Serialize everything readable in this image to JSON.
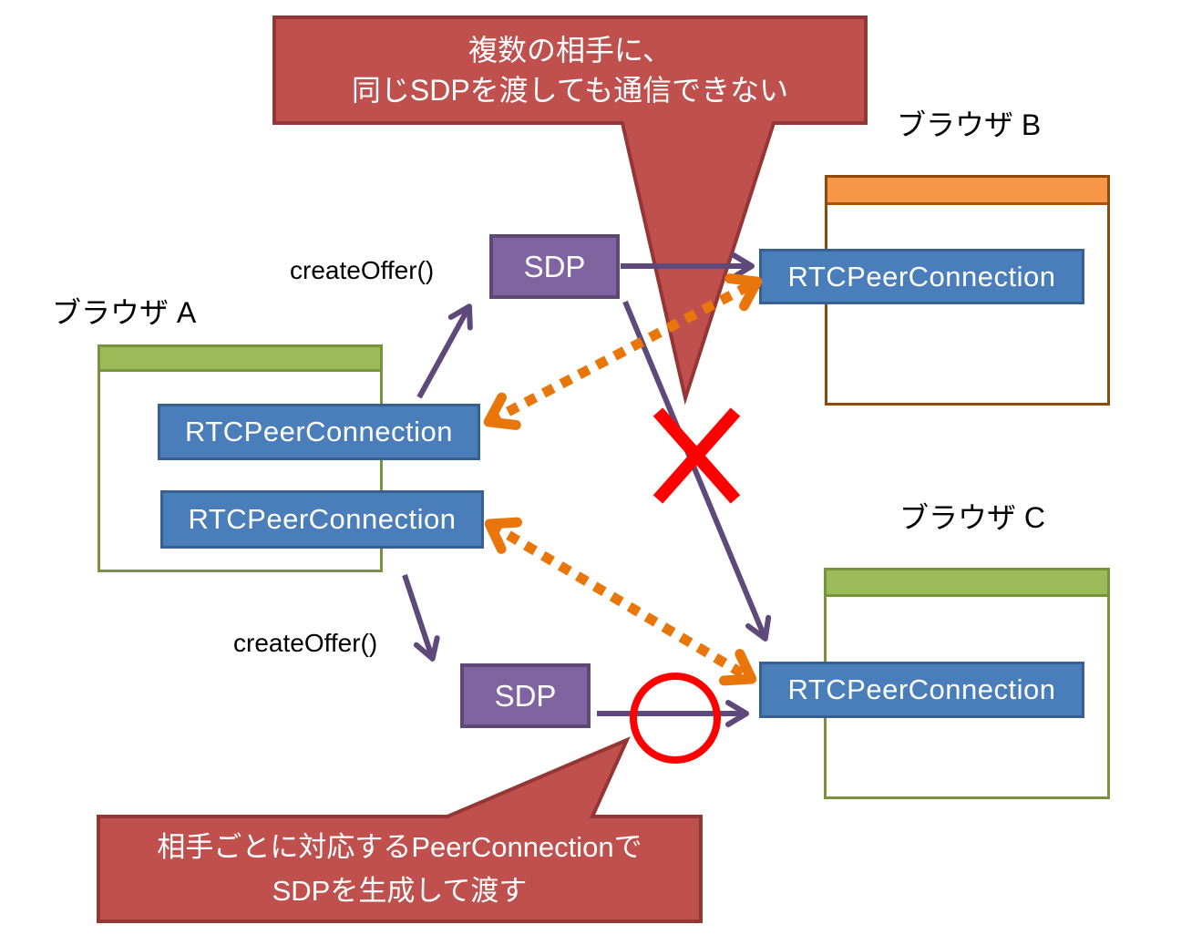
{
  "callouts": {
    "top": {
      "line1": "複数の相手に、",
      "line2": "同じSDPを渡しても通信できない"
    },
    "bottom": {
      "line1": "相手ごとに対応するPeerConnectionで",
      "line2": "SDPを生成して渡す"
    }
  },
  "browsers": {
    "a": {
      "label": "ブラウザ A",
      "peer_connections": [
        "RTCPeerConnection",
        "RTCPeerConnection"
      ]
    },
    "b": {
      "label": "ブラウザ B",
      "peer_connections": [
        "RTCPeerConnection"
      ]
    },
    "c": {
      "label": "ブラウザ C",
      "peer_connections": [
        "RTCPeerConnection"
      ]
    }
  },
  "labels": {
    "create_offer_top": "createOffer()",
    "create_offer_bottom": "createOffer()",
    "sdp_top": "SDP",
    "sdp_bottom": "SDP"
  },
  "colors": {
    "callout_fill": "#C0504D",
    "callout_border": "#943634",
    "peer_box_fill": "#4A7EBB",
    "peer_box_border": "#376091",
    "sdp_fill": "#8064A2",
    "sdp_border": "#5D4876",
    "browser_green_header": "#9BBB59",
    "browser_green_border": "#77933C",
    "browser_orange_header": "#F79646",
    "browser_orange_border": "#8F4A0B",
    "arrow_purple": "#5F497A",
    "arrow_orange_dashed": "#E8760B",
    "error_red": "#FF0000",
    "text_white": "#FFFFFF",
    "text_black": "#000000"
  }
}
